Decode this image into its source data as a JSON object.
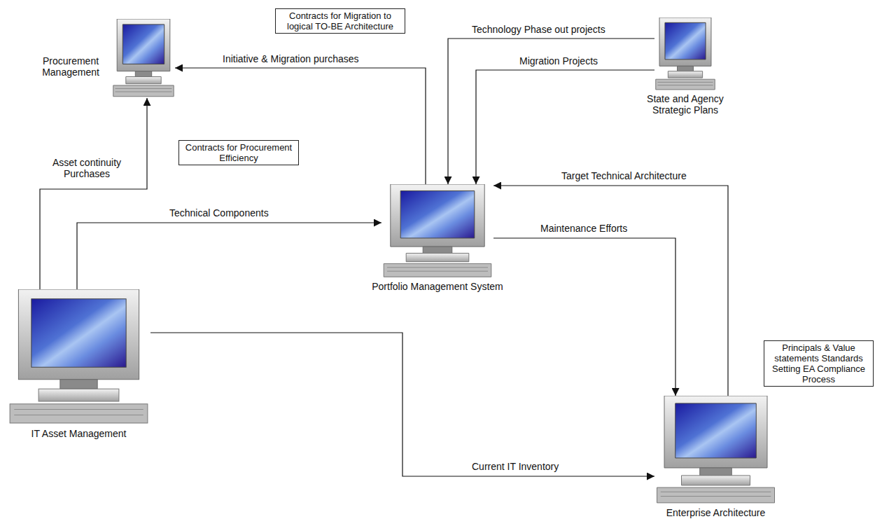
{
  "diagram": {
    "nodes": [
      {
        "text": [
          "Contracts for Migration to logical TO-BE Architecture"
        ]
      },
      {
        "text": [
          "Procurement Management"
        ]
      },
      {
        "text": [
          "State and Agency Strategic Plans"
        ]
      },
      {
        "text": [
          "Contracts for Procurement Efficiency"
        ]
      },
      {
        "text": [
          "Portfolio Management System"
        ]
      },
      {
        "text": [
          "IT Asset Management"
        ]
      },
      {
        "text": [
          "Principals & Value statements Standards Setting EA Compliance Process"
        ]
      },
      {
        "text": [
          "Enterprise Architecture"
        ]
      }
    ],
    "edges": [
      {
        "from": 5,
        "to": 1,
        "label": "Asset continuity Purchases",
        "arrow": "to"
      },
      {
        "from": 5,
        "to": 4,
        "label": "Technical Components",
        "arrow": "to"
      },
      {
        "from": 5,
        "to": 7,
        "label": "Current IT Inventory",
        "arrow": "to"
      },
      {
        "from": 4,
        "to": 1,
        "label": "Initiative & Migration purchases",
        "arrow": "to"
      },
      {
        "from": 2,
        "to": 4,
        "label": "Technology Phase out projects",
        "arrow": "to"
      },
      {
        "from": 2,
        "to": 4,
        "label": "Migration Projects",
        "arrow": "to"
      },
      {
        "from": 7,
        "to": 4,
        "label": "Target Technical Architecture",
        "arrow": "to"
      },
      {
        "from": 4,
        "to": 7,
        "label": "Maintenance Efforts",
        "arrow": "to"
      }
    ]
  }
}
